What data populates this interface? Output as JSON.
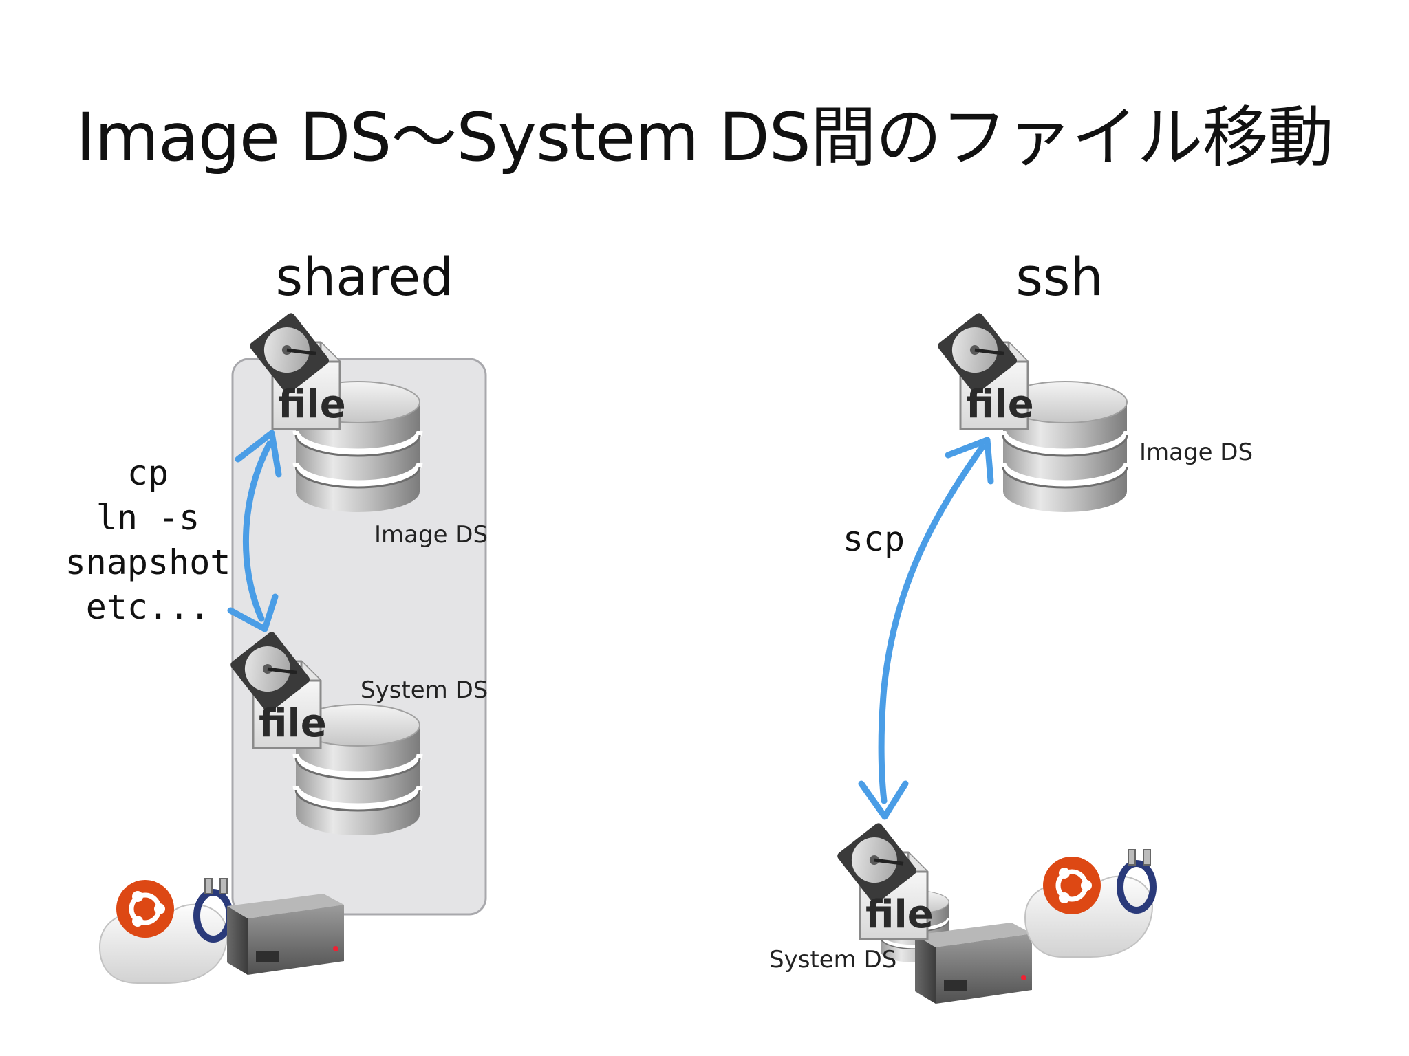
{
  "title": "Image DS〜System DS間のファイル移動",
  "shared": {
    "heading": "shared",
    "commands": [
      "cp",
      "ln -s",
      "snapshot",
      "etc..."
    ],
    "image_ds_label": "Image DS",
    "system_ds_label": "System DS"
  },
  "ssh": {
    "heading": "ssh",
    "command": "scp",
    "image_ds_label": "Image DS",
    "system_ds_label": "System DS"
  },
  "file_icon_text": "file",
  "colors": {
    "arrow": "#4a9de6",
    "shared_box_fill": "#e4e4e6",
    "shared_box_stroke": "#a8a8ac",
    "ubuntu": "#dd4814"
  },
  "icons": [
    "file-hdd-icon",
    "database-icon",
    "server-icon",
    "ubuntu-cloud-icon",
    "network-cable-icon"
  ]
}
